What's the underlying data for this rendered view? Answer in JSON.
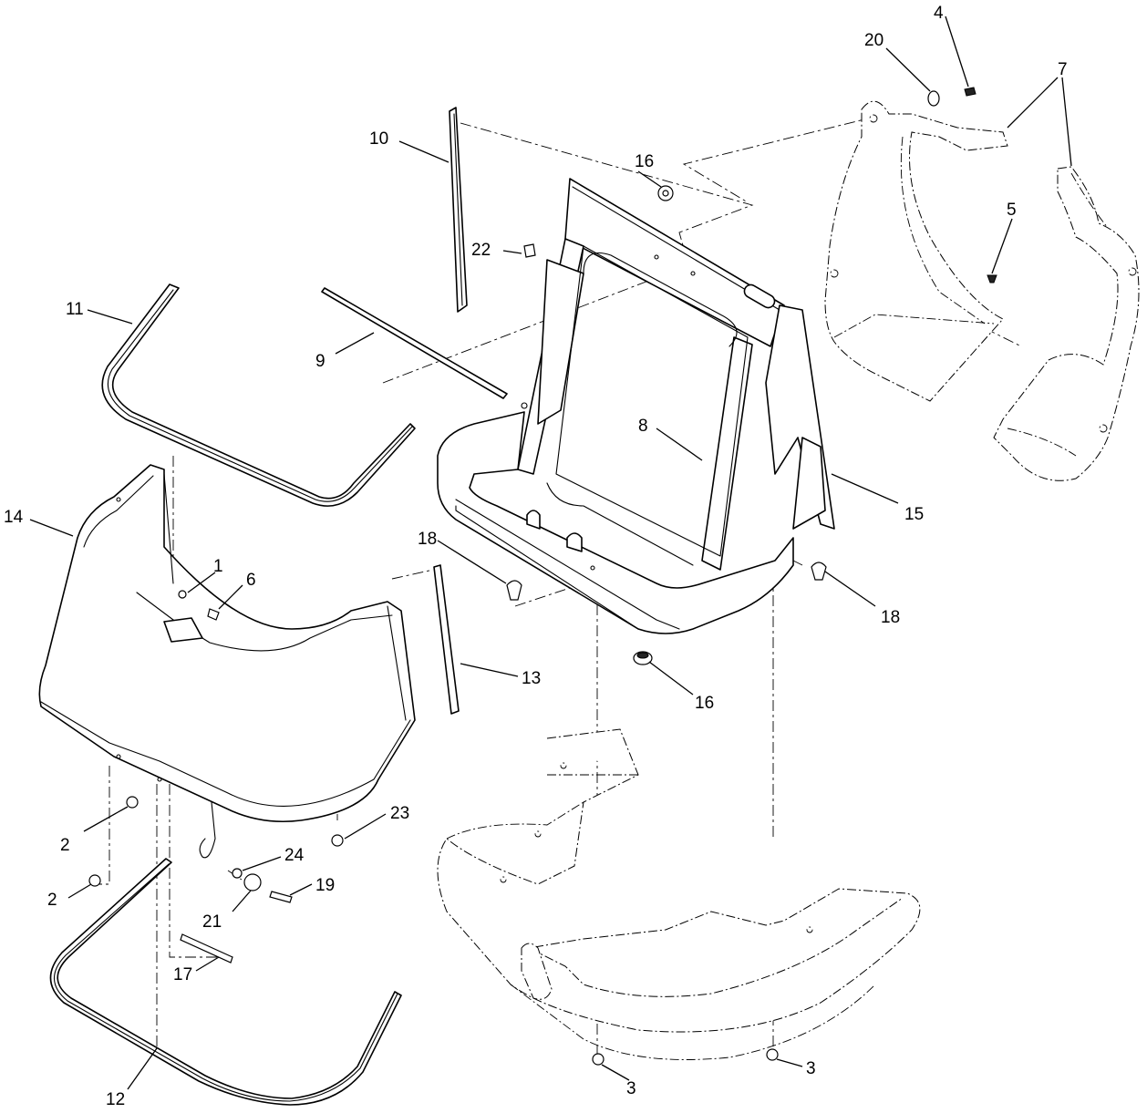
{
  "callouts": {
    "c1": "1",
    "c2a": "2",
    "c2b": "2",
    "c3a": "3",
    "c3b": "3",
    "c4": "4",
    "c5": "5",
    "c6": "6",
    "c7": "7",
    "c8": "8",
    "c9": "9",
    "c10": "10",
    "c11": "11",
    "c12": "12",
    "c13": "13",
    "c14": "14",
    "c15": "15",
    "c16a": "16",
    "c16b": "16",
    "c17": "17",
    "c18a": "18",
    "c18b": "18",
    "c19": "19",
    "c20": "20",
    "c21": "21",
    "c22": "22",
    "c23": "23",
    "c24": "24"
  }
}
